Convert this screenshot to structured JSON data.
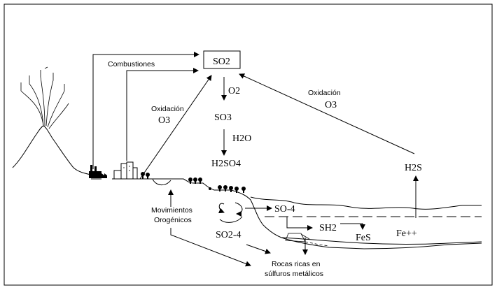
{
  "labels": {
    "combustiones": "Combustiones",
    "oxidacion_left": "Oxidación",
    "o3_left": "O3",
    "oxidacion_right": "Oxidación",
    "o3_right": "O3",
    "so2": "SO2",
    "o2": "O2",
    "so3": "SO3",
    "h2o": "H2O",
    "h2so4": "H2SO4",
    "h2s": "H2S",
    "so4_minus": "SO-4",
    "sh2": "SH2",
    "fes": "FeS",
    "fe_pp": "Fe++",
    "so4_2minus": "SO2-4",
    "movimientos": "Movimientos",
    "orogenicos": "Orogénicos",
    "rocas_line1": "Rocas ricas en",
    "rocas_line2": "súlfuros metálicos"
  }
}
